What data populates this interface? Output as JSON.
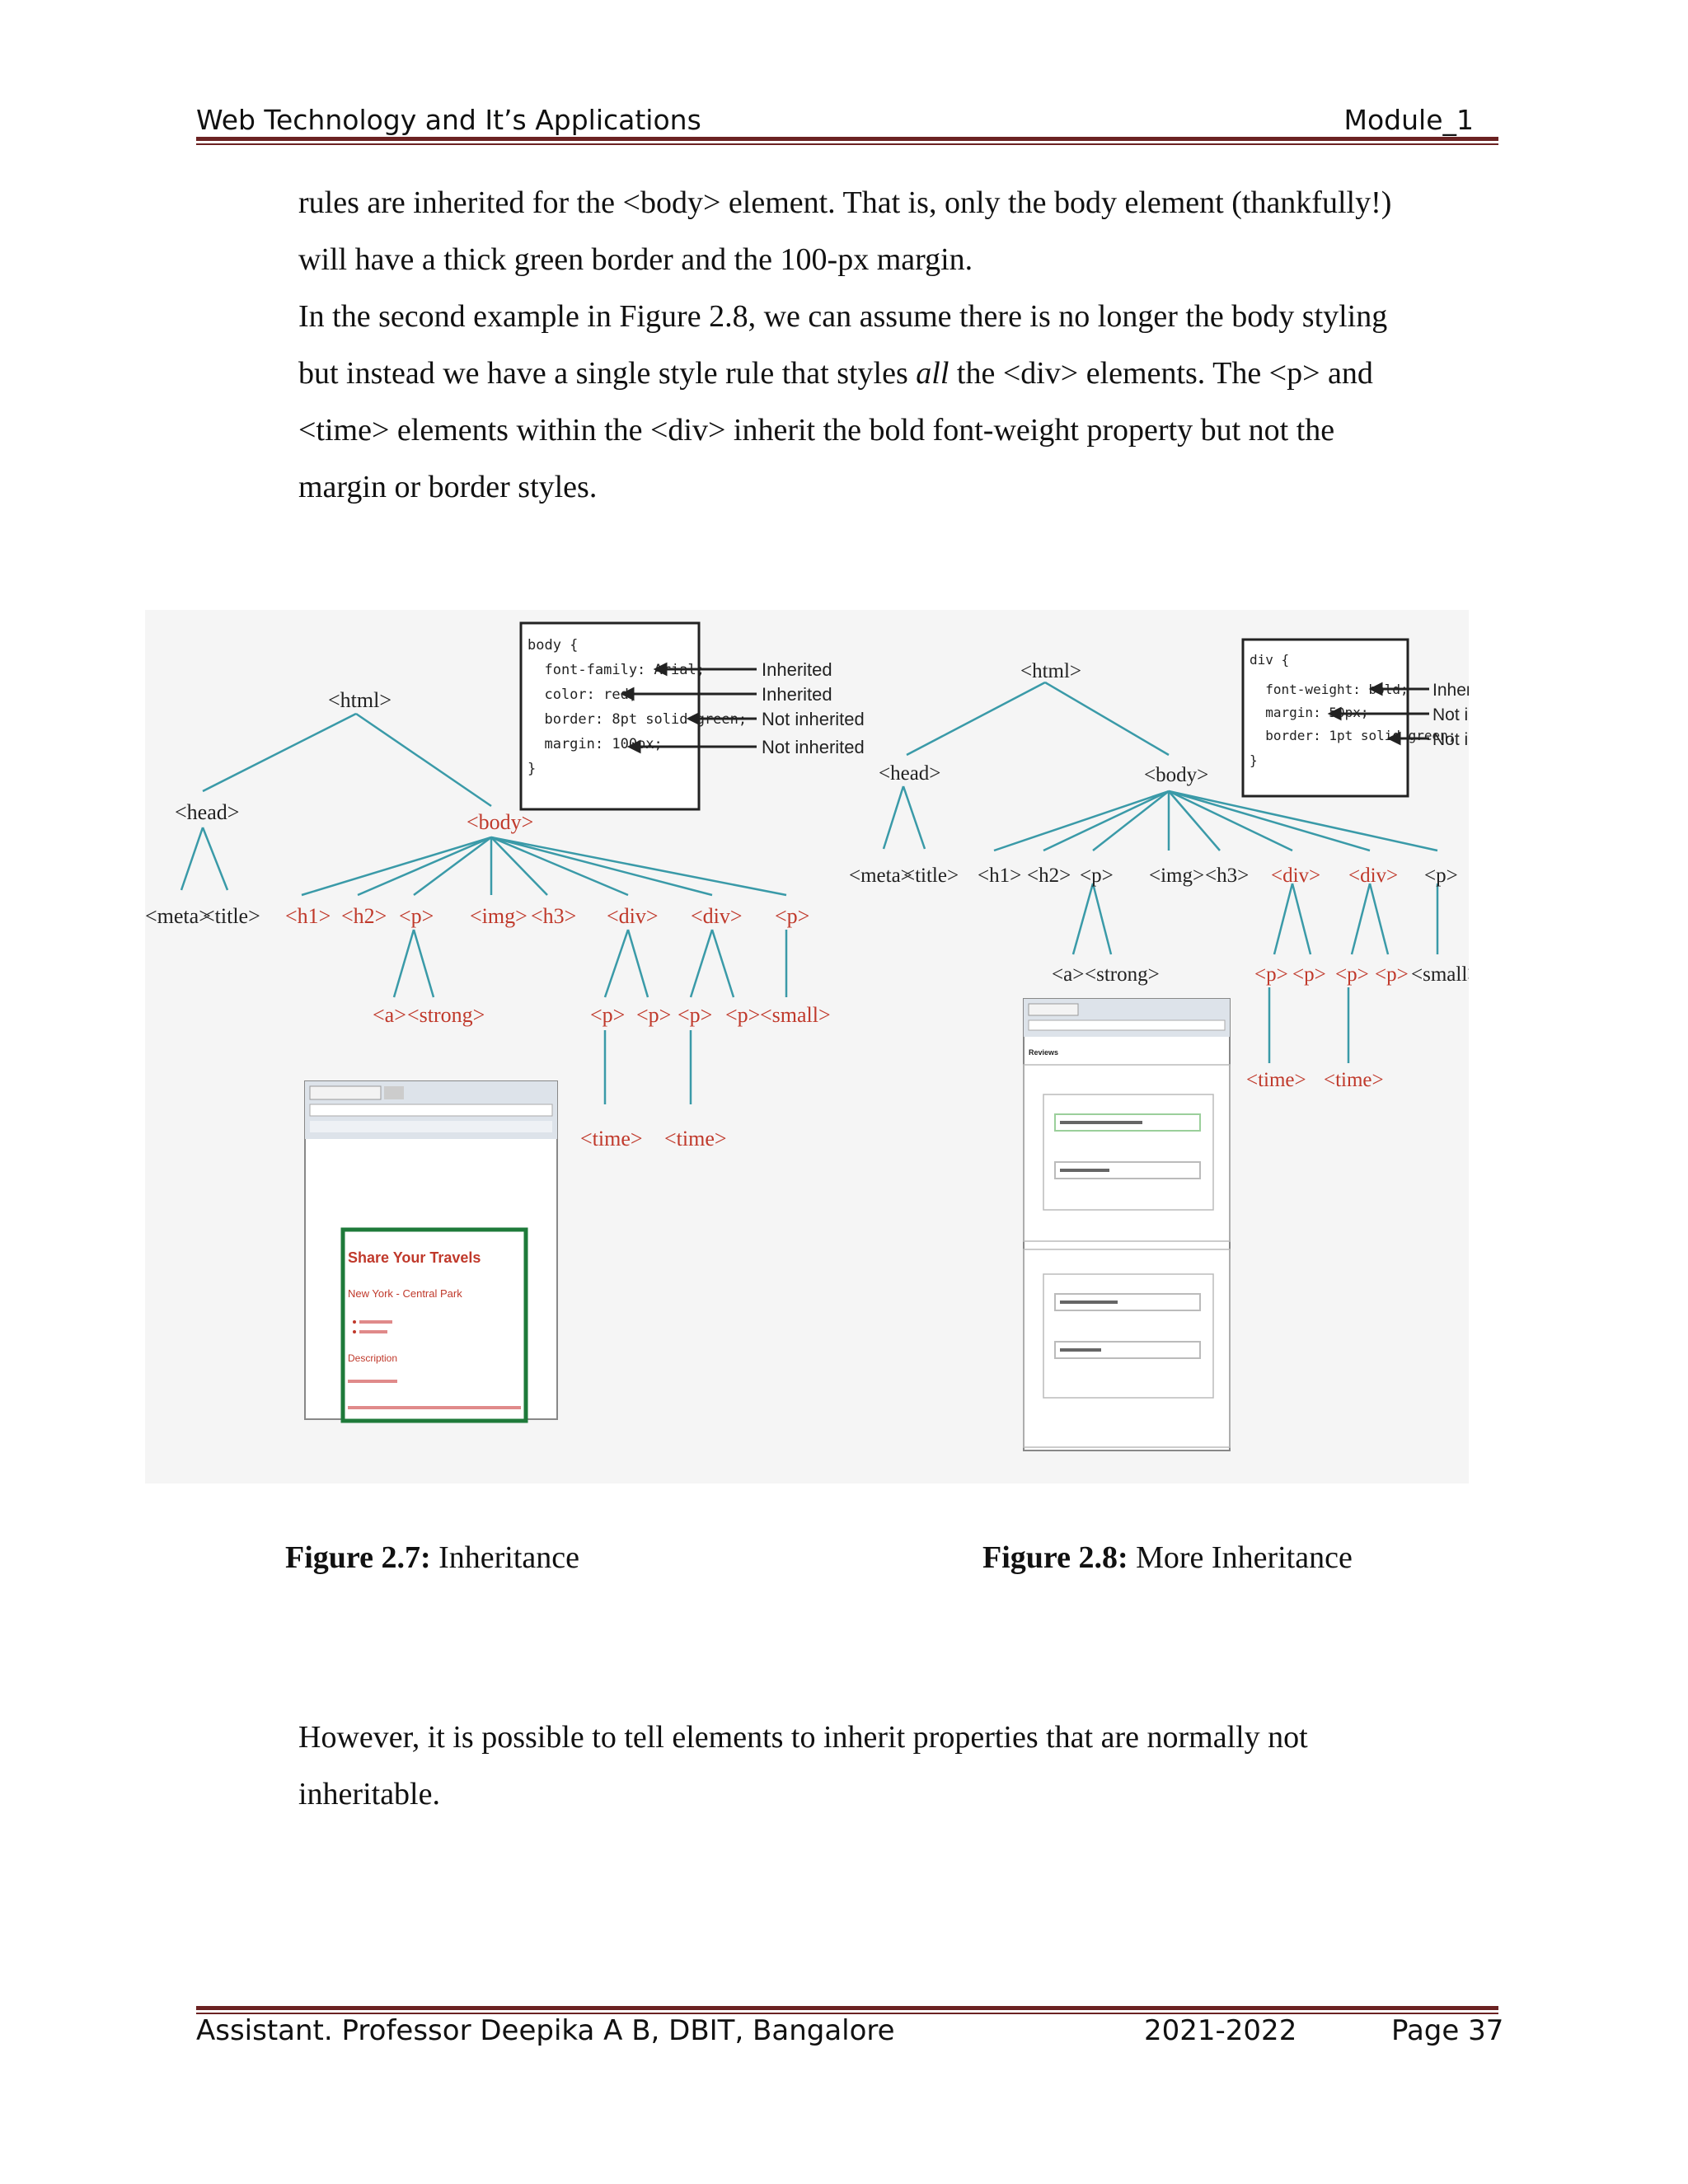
{
  "header": {
    "left": "Web Technology and It’s Applications",
    "right": "Module_1"
  },
  "paragraphs": [
    {
      "lines": [
        "rules are inherited for the <body> element. That is, only the body element (thankfully!)",
        "will have a thick green border and the 100-px margin."
      ]
    },
    {
      "bullet": "",
      "lines_html": [
        "In the second example in Figure 2.8, we can assume there is no longer the body styling",
        "but instead we have a single style rule that styles ",
        "all",
        " the <div> elements. The <p> and",
        "<time> elements within the <div> inherit the bold font-weight property but not  the",
        "margin or border styles."
      ]
    }
  ],
  "fig1": {
    "code": [
      "body {",
      "  font-family: Arial;",
      "  color: red;",
      "  border: 8pt solid green;",
      "  margin: 100px;",
      "}"
    ],
    "notes": [
      "Inherited",
      "Inherited",
      "Not inherited",
      "Not inherited"
    ],
    "tags": {
      "html": "<html>",
      "head": "<head>",
      "body": "<body>",
      "meta": "<meta>",
      "title": "<title>",
      "h1": "<h1>",
      "h2": "<h2>",
      "p": "<p>",
      "img": "<img>",
      "h3": "<h3>",
      "div": "<div>",
      "a": "<a>",
      "strong": "<strong>",
      "small": "<small>",
      "time": "<time>"
    },
    "browser": {
      "heading": "Share Your Travels",
      "subheading": "New York - Central Park",
      "section": "Description"
    },
    "caption_bold": "Figure 2.7:",
    "caption_text": " Inheritance"
  },
  "fig2": {
    "code": [
      "div {",
      "  font-weight: bold;",
      "  margin: 50px;",
      "  border: 1pt solid green;",
      "}"
    ],
    "notes": [
      "Inherited",
      "Not inherited",
      "Not inherited"
    ],
    "browser": {
      "heading": "Reviews"
    },
    "caption_bold": "Figure 2.8:",
    "caption_text": " More Inheritance"
  },
  "bottom_para": {
    "bullet": "",
    "lines": [
      "However, it is possible to tell elements to inherit properties that are normally not",
      "inheritable."
    ]
  },
  "footer": {
    "left": "Assistant. Professor  Deepika A B, DBIT, Bangalore",
    "year": "2021-2022",
    "page": "Page 37"
  },
  "colors": {
    "rule": "#6b2222",
    "tree_line": "#3a9aa8",
    "tag_red": "#c0392b",
    "tag_black": "#222222"
  }
}
